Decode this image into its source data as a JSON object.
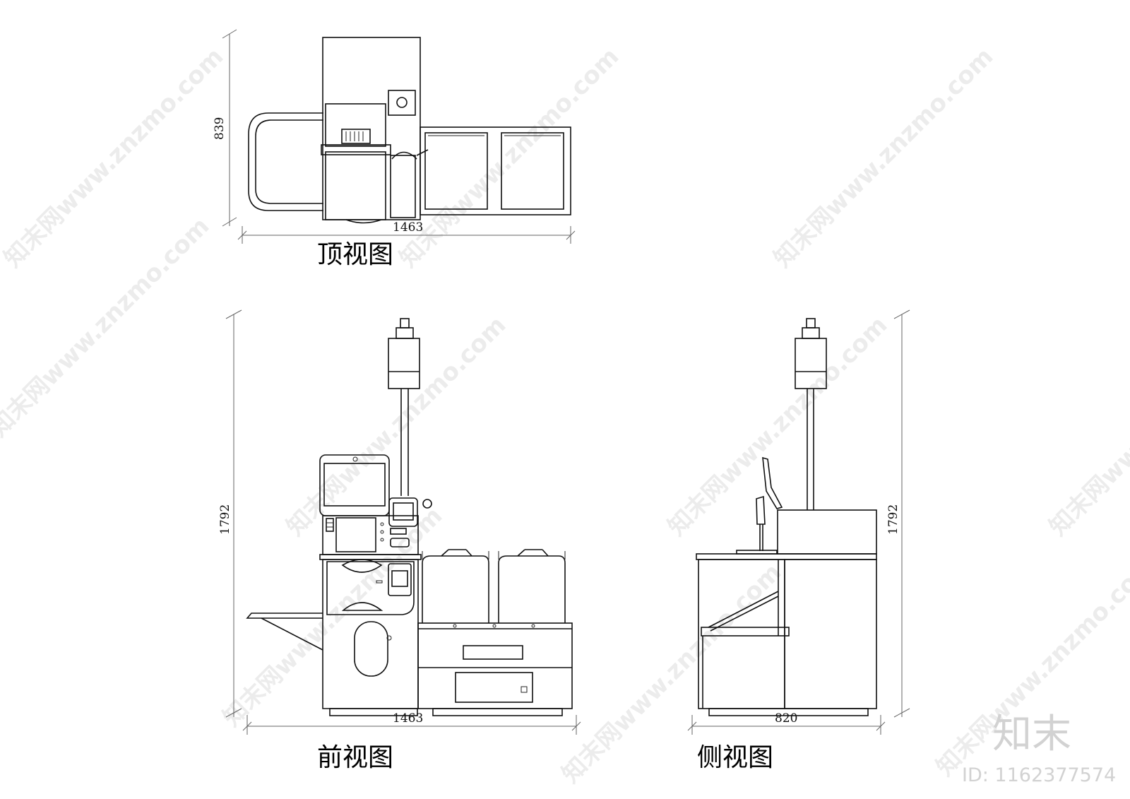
{
  "views": {
    "top": {
      "title": "顶视图",
      "width_dim": "1463",
      "depth_dim": "839"
    },
    "front": {
      "title": "前视图",
      "width_dim": "1463",
      "height_dim": "1792"
    },
    "side": {
      "title": "侧视图",
      "width_dim": "820",
      "height_dim": "1792"
    }
  },
  "watermark": {
    "text": "知末网www.znzmo.com"
  },
  "brand": {
    "logo": "知末",
    "id": "ID: 1162377574"
  }
}
